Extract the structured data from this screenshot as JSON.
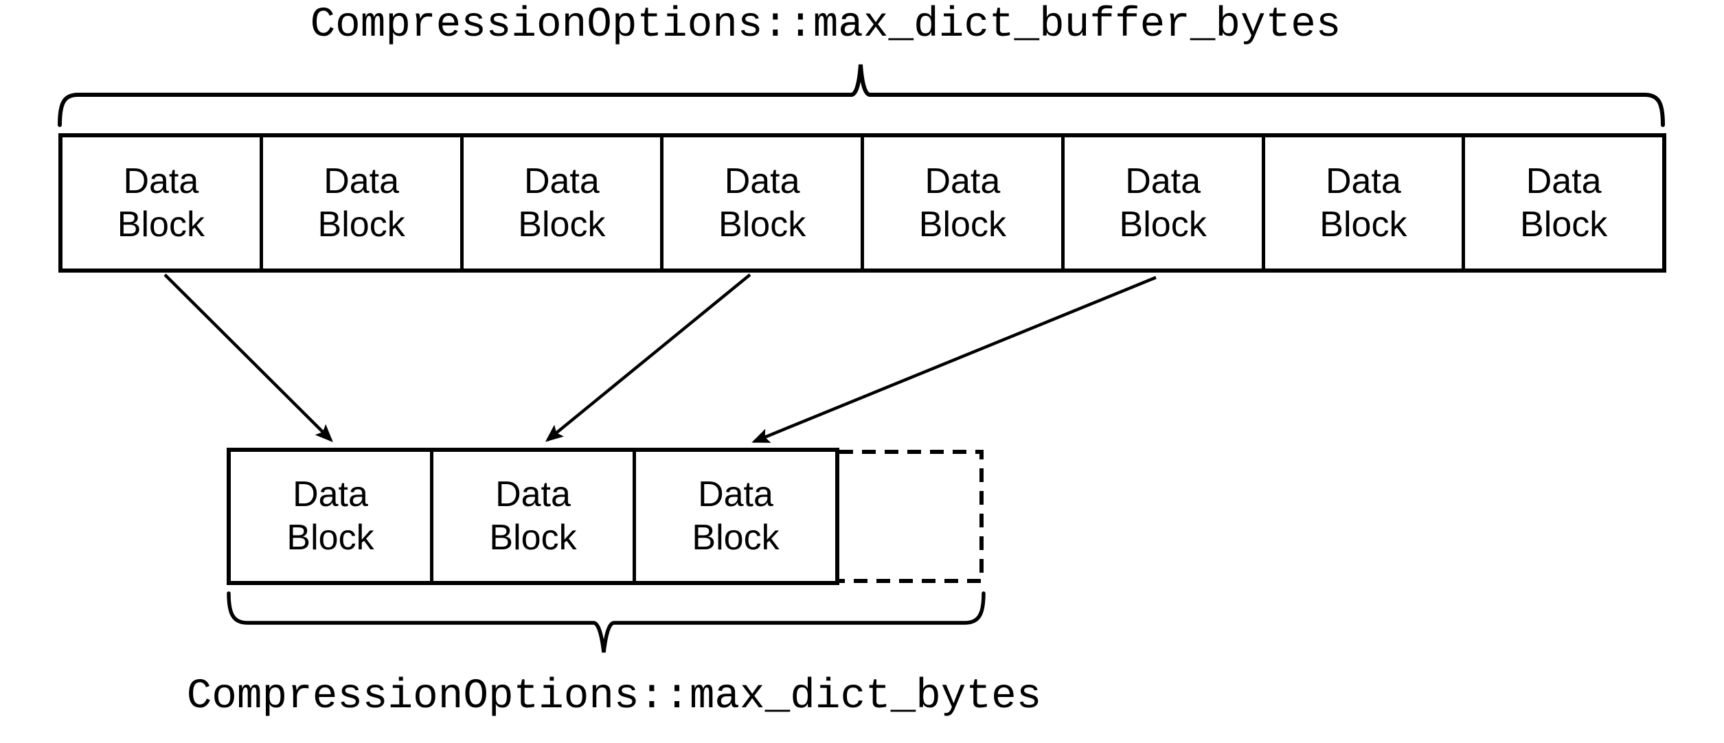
{
  "colors": {
    "ink": "#000000",
    "background": "#ffffff"
  },
  "labels": {
    "top_label": "CompressionOptions::max_dict_buffer_bytes",
    "bottom_label": "CompressionOptions::max_dict_bytes"
  },
  "top_row": {
    "description": "buffer of sampled data blocks",
    "blocks": [
      {
        "text": "Data\nBlock"
      },
      {
        "text": "Data\nBlock"
      },
      {
        "text": "Data\nBlock"
      },
      {
        "text": "Data\nBlock"
      },
      {
        "text": "Data\nBlock"
      },
      {
        "text": "Data\nBlock"
      },
      {
        "text": "Data\nBlock"
      },
      {
        "text": "Data\nBlock"
      }
    ]
  },
  "bottom_row": {
    "description": "dictionary built from sampled blocks, trailing dashed box is unused capacity",
    "blocks": [
      {
        "text": "Data\nBlock"
      },
      {
        "text": "Data\nBlock"
      },
      {
        "text": "Data\nBlock"
      }
    ],
    "dashed_placeholder": {
      "text": ""
    }
  },
  "arrows": [
    {
      "from_top_block": 1,
      "to_bottom_block": 1
    },
    {
      "from_top_block": 4,
      "to_bottom_block": 2
    },
    {
      "from_top_block": 6,
      "to_bottom_block": 3
    }
  ]
}
